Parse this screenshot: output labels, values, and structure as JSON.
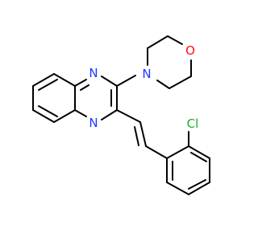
{
  "molecule": {
    "atoms": {
      "n_top": {
        "label": "N",
        "color": "#2233FF"
      },
      "n_bottom": {
        "label": "N",
        "color": "#2233FF"
      },
      "n_morpholine": {
        "label": "N",
        "color": "#2233FF"
      },
      "o_morpholine": {
        "label": "O",
        "color": "#FF0D0D"
      },
      "chlorine": {
        "label": "Cl",
        "color": "#1FAD1F"
      }
    },
    "bond_color": "#000000"
  }
}
